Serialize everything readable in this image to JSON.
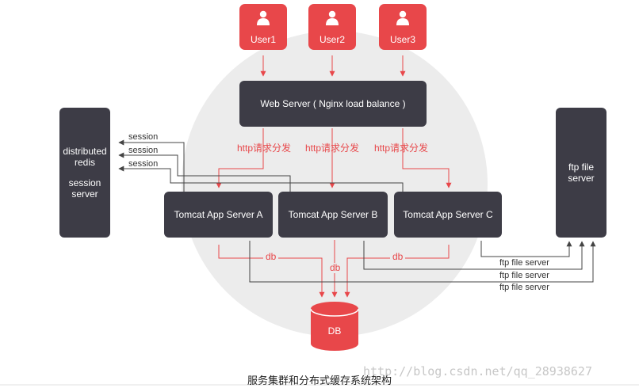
{
  "users": [
    {
      "label": "User1"
    },
    {
      "label": "User2"
    },
    {
      "label": "User3"
    }
  ],
  "web_server": {
    "label": "Web Server ( Nginx load balance )"
  },
  "http_labels": [
    "http请求分发",
    "http请求分发",
    "http请求分发"
  ],
  "app_servers": [
    {
      "label": "Tomcat App Server A"
    },
    {
      "label": "Tomcat App Server B"
    },
    {
      "label": "Tomcat App Server C"
    }
  ],
  "redis": {
    "line1": "distributed",
    "line2": "redis",
    "line3": "session",
    "line4": "server"
  },
  "session_labels": [
    "session",
    "session",
    "session"
  ],
  "ftp": {
    "line1": "ftp file",
    "line2": "server"
  },
  "ftp_labels": [
    "ftp file server",
    "ftp file server",
    "ftp file server"
  ],
  "db_labels": [
    "db",
    "db",
    "db"
  ],
  "db": {
    "label": "DB"
  },
  "caption": "服务集群和分布式缓存系统架构",
  "watermark": "http://blog.csdn.net/qq_28938627",
  "colors": {
    "accent": "#e8474a",
    "dark": "#3d3c46",
    "halo": "#ececec",
    "arrow": "#444444"
  }
}
